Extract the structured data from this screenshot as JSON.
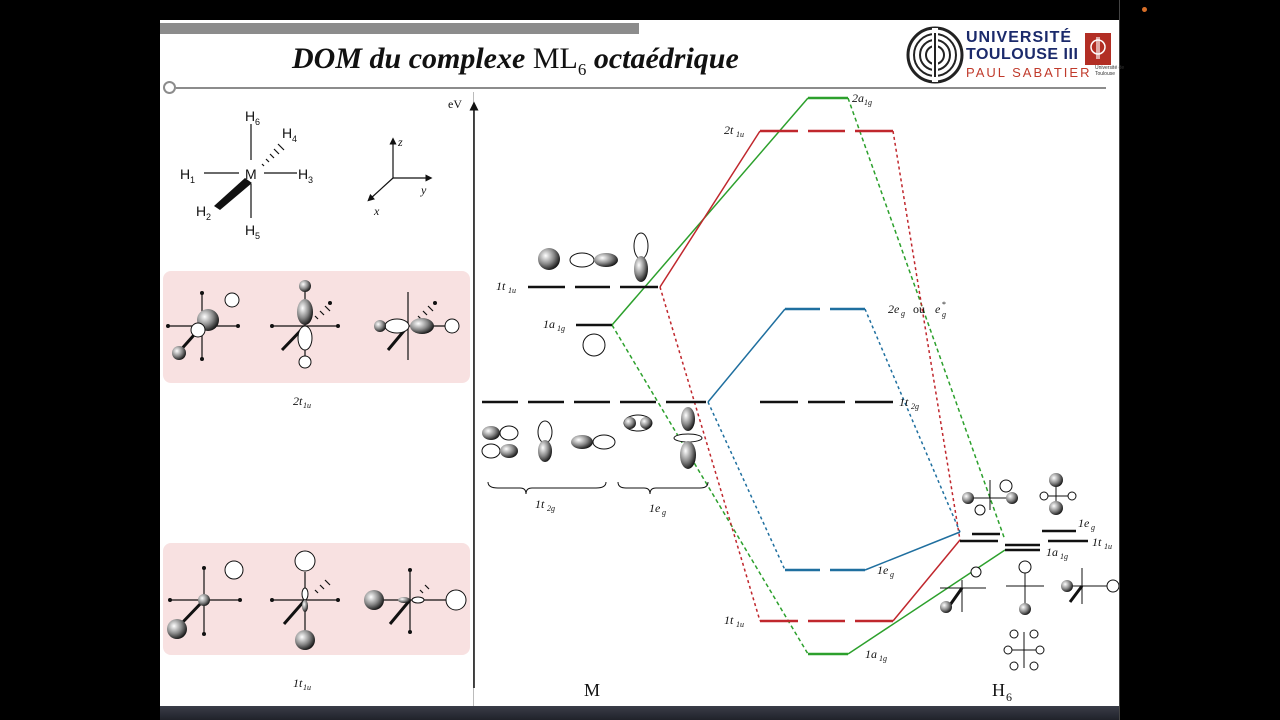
{
  "slide": {
    "title": "DOM du complexe",
    "title_formula": "ML",
    "title_formula_sub": "6",
    "title_suffix": "octaédrique",
    "logo": {
      "line1": "UNIVERSITÉ",
      "line2": "TOULOUSE III",
      "line3": "PAUL SABATIER",
      "small": "Université de Toulouse"
    }
  },
  "molecule": {
    "center": "M",
    "h1": "H",
    "h1_sub": "1",
    "h2": "H",
    "h2_sub": "2",
    "h3": "H",
    "h3_sub": "3",
    "h4": "H",
    "h4_sub": "4",
    "h5": "H",
    "h5_sub": "5",
    "h6": "H",
    "h6_sub": "6",
    "axis_x": "x",
    "axis_y": "y",
    "axis_z": "z"
  },
  "side_labels": {
    "box1_label": "2t",
    "box1_sub": "1u",
    "box2_label": "1t",
    "box2_sub": "1u"
  },
  "diagram": {
    "axis_label": "eV",
    "left_fragment": "M",
    "right_fragment": "H",
    "right_fragment_sub": "6",
    "colors": {
      "a1g": "#2ca02c",
      "t1u": "#c0272d",
      "eg": "#1f6f9f",
      "black": "#111111"
    },
    "levels": {
      "m_1t1u": "1t",
      "m_1t1u_sub": "1u",
      "m_1a1g": "1a",
      "m_1a1g_sub": "1g",
      "m_1t2g": "1t",
      "m_1t2g_sub": "2g",
      "m_1eg": "1e",
      "m_1eg_sub": "g",
      "c_2a1g": "2a",
      "c_2a1g_sub": "1g",
      "c_2t1u": "2t",
      "c_2t1u_sub": "1u",
      "c_2eg": "2e",
      "c_2eg_sub": "g",
      "c_2eg_or": "ou",
      "c_2eg_alt": "e",
      "c_2eg_alt_sup": "*",
      "c_2eg_alt_sub": "g",
      "c_1t2g": "1t",
      "c_1t2g_sub": "2g",
      "c_1eg": "1e",
      "c_1eg_sub": "g",
      "c_1t1u": "1t",
      "c_1t1u_sub": "1u",
      "c_1a1g": "1a",
      "c_1a1g_sub": "1g",
      "h_1eg": "1e",
      "h_1eg_sub": "g",
      "h_1a1g": "1a",
      "h_1a1g_sub": "1g",
      "h_1t1u": "1t",
      "h_1t1u_sub": "1u"
    }
  }
}
